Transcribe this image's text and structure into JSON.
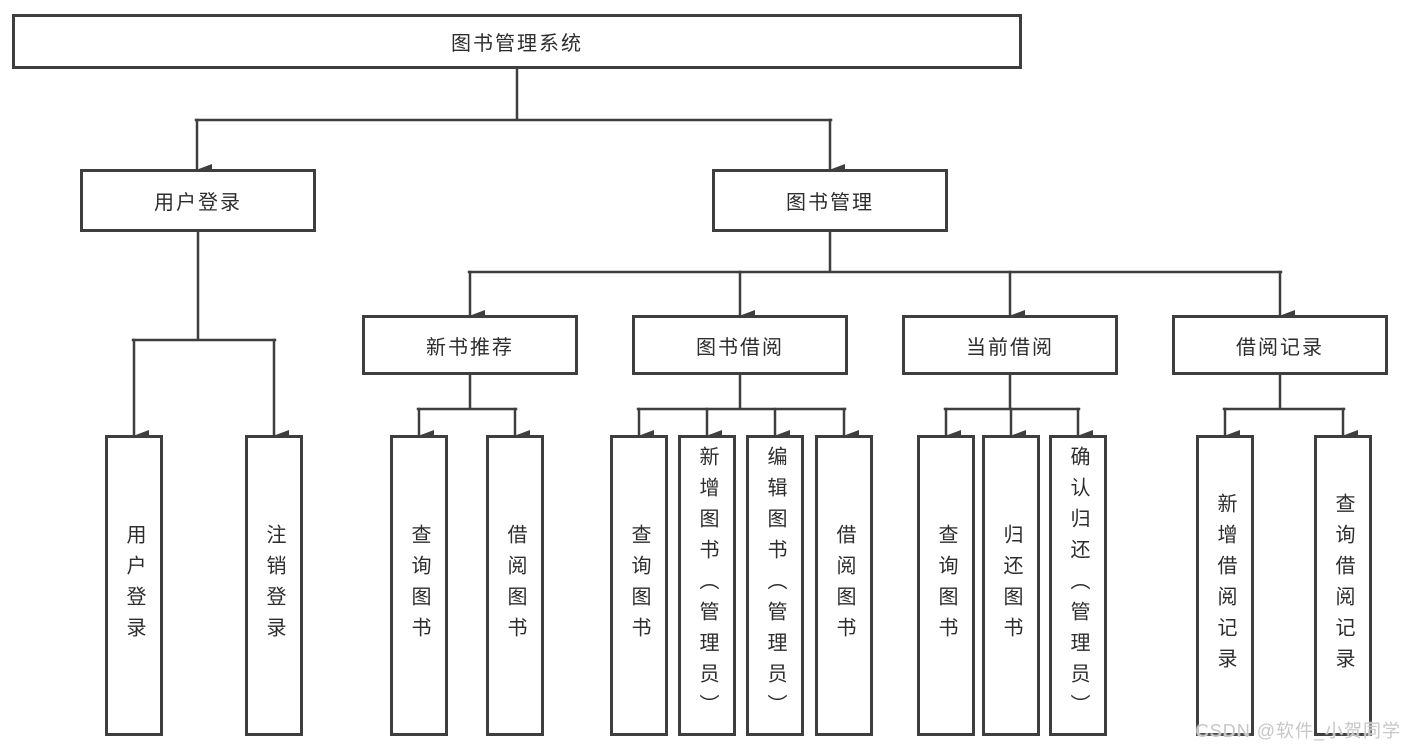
{
  "diagram": {
    "root": {
      "label": "图书管理系统"
    },
    "branches": [
      {
        "label": "用户登录",
        "children": [
          {
            "label": "用户登录"
          },
          {
            "label": "注销登录"
          }
        ]
      },
      {
        "label": "图书管理",
        "children": [
          {
            "label": "新书推荐",
            "children": [
              {
                "label": "查询图书"
              },
              {
                "label": "借阅图书"
              }
            ]
          },
          {
            "label": "图书借阅",
            "children": [
              {
                "label": "查询图书"
              },
              {
                "label": "新增图书（管理员）"
              },
              {
                "label": "编辑图书（管理员）"
              },
              {
                "label": "借阅图书"
              }
            ]
          },
          {
            "label": "当前借阅",
            "children": [
              {
                "label": "查询图书"
              },
              {
                "label": "归还图书"
              },
              {
                "label": "确认归还（管理员）"
              }
            ]
          },
          {
            "label": "借阅记录",
            "children": [
              {
                "label": "新增借阅记录"
              },
              {
                "label": "查询借阅记录"
              }
            ]
          }
        ]
      }
    ]
  },
  "watermark": {
    "text": "CSDN @软件_小贺同学"
  },
  "colors": {
    "line": "#3e3e3e",
    "box_border": "#3e3e3e",
    "text": "#2d2d2d",
    "watermark": "#c7c7c7",
    "background": "#ffffff"
  }
}
